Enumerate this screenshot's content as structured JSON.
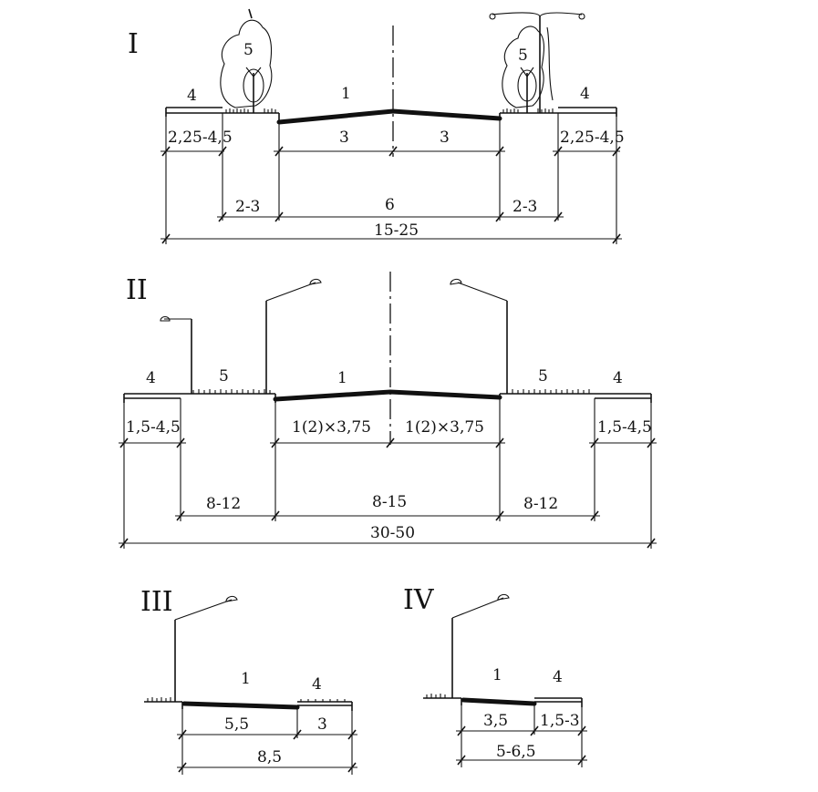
{
  "sections": {
    "s1": {
      "roman": "I",
      "labels": {
        "road": "1",
        "sidewalk_left": "4",
        "sidewalk_right": "4",
        "green_left": "5",
        "green_right": "5"
      },
      "dims": {
        "sidewalk_left": "2,25-4,5",
        "sidewalk_right": "2,25-4,5",
        "lane_left": "3",
        "lane_right": "3",
        "green_left": "2-3",
        "green_right": "2-3",
        "carriageway": "6",
        "total": "15-25"
      }
    },
    "s2": {
      "roman": "II",
      "labels": {
        "road": "1",
        "sidewalk_left": "4",
        "sidewalk_right": "4",
        "green_left": "5",
        "green_right": "5"
      },
      "dims": {
        "sidewalk_left": "1,5-4,5",
        "sidewalk_right": "1,5-4,5",
        "lane_left": "1(2)×3,75",
        "lane_right": "1(2)×3,75",
        "green_left": "8-12",
        "green_right": "8-12",
        "carriageway": "8-15",
        "total": "30-50"
      }
    },
    "s3": {
      "roman": "III",
      "labels": {
        "road": "1",
        "sidewalk": "4"
      },
      "dims": {
        "road": "5,5",
        "sidewalk": "3",
        "total": "8,5"
      }
    },
    "s4": {
      "roman": "IV",
      "labels": {
        "road": "1",
        "sidewalk": "4"
      },
      "dims": {
        "road": "3,5",
        "sidewalk": "1,5-3",
        "total": "5-6,5"
      }
    }
  }
}
